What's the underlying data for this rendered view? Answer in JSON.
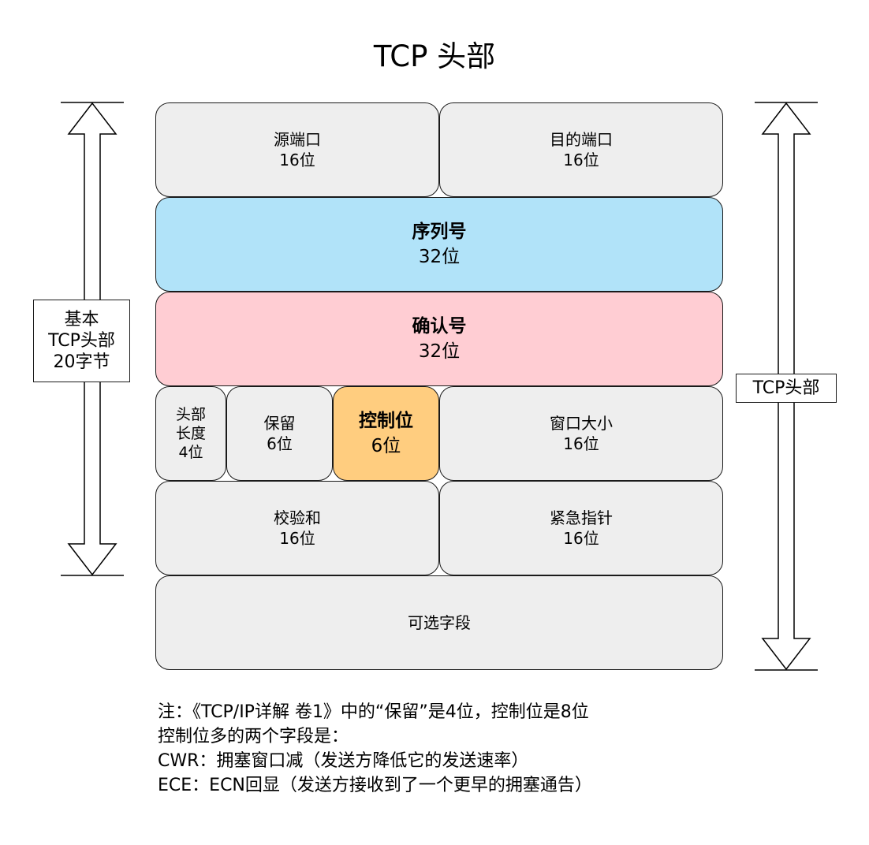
{
  "title": "TCP 头部",
  "fields": {
    "src_port": {
      "name": "源端口",
      "bits": "16位"
    },
    "dst_port": {
      "name": "目的端口",
      "bits": "16位"
    },
    "seq": {
      "name": "序列号",
      "bits": "32位"
    },
    "ack": {
      "name": "确认号",
      "bits": "32位"
    },
    "hdr_len": {
      "line1": "头部",
      "line2": "长度",
      "bits": "4位"
    },
    "reserved": {
      "name": "保留",
      "bits": "6位"
    },
    "control": {
      "name": "控制位",
      "bits": "6位"
    },
    "window": {
      "name": "窗口大小",
      "bits": "16位"
    },
    "checksum": {
      "name": "校验和",
      "bits": "16位"
    },
    "urgent": {
      "name": "紧急指针",
      "bits": "16位"
    },
    "options": {
      "name": "可选字段"
    }
  },
  "left_label": {
    "line1": "基本",
    "line2": "TCP头部",
    "line3": "20字节"
  },
  "right_label": "TCP头部",
  "notes": [
    "注：《TCP/IP详解 卷1》中的“保留”是4位，控制位是8位",
    "控制位多的两个字段是：",
    "CWR：拥塞窗口减（发送方降低它的发送速率）",
    "ECE：ECN回显（发送方接收到了一个更早的拥塞通告）"
  ],
  "colors": {
    "default_field": "#eeeeee",
    "sequence": "#b1e3f9",
    "acknowledgment": "#ffcdd3",
    "control": "#ffcd7f"
  }
}
